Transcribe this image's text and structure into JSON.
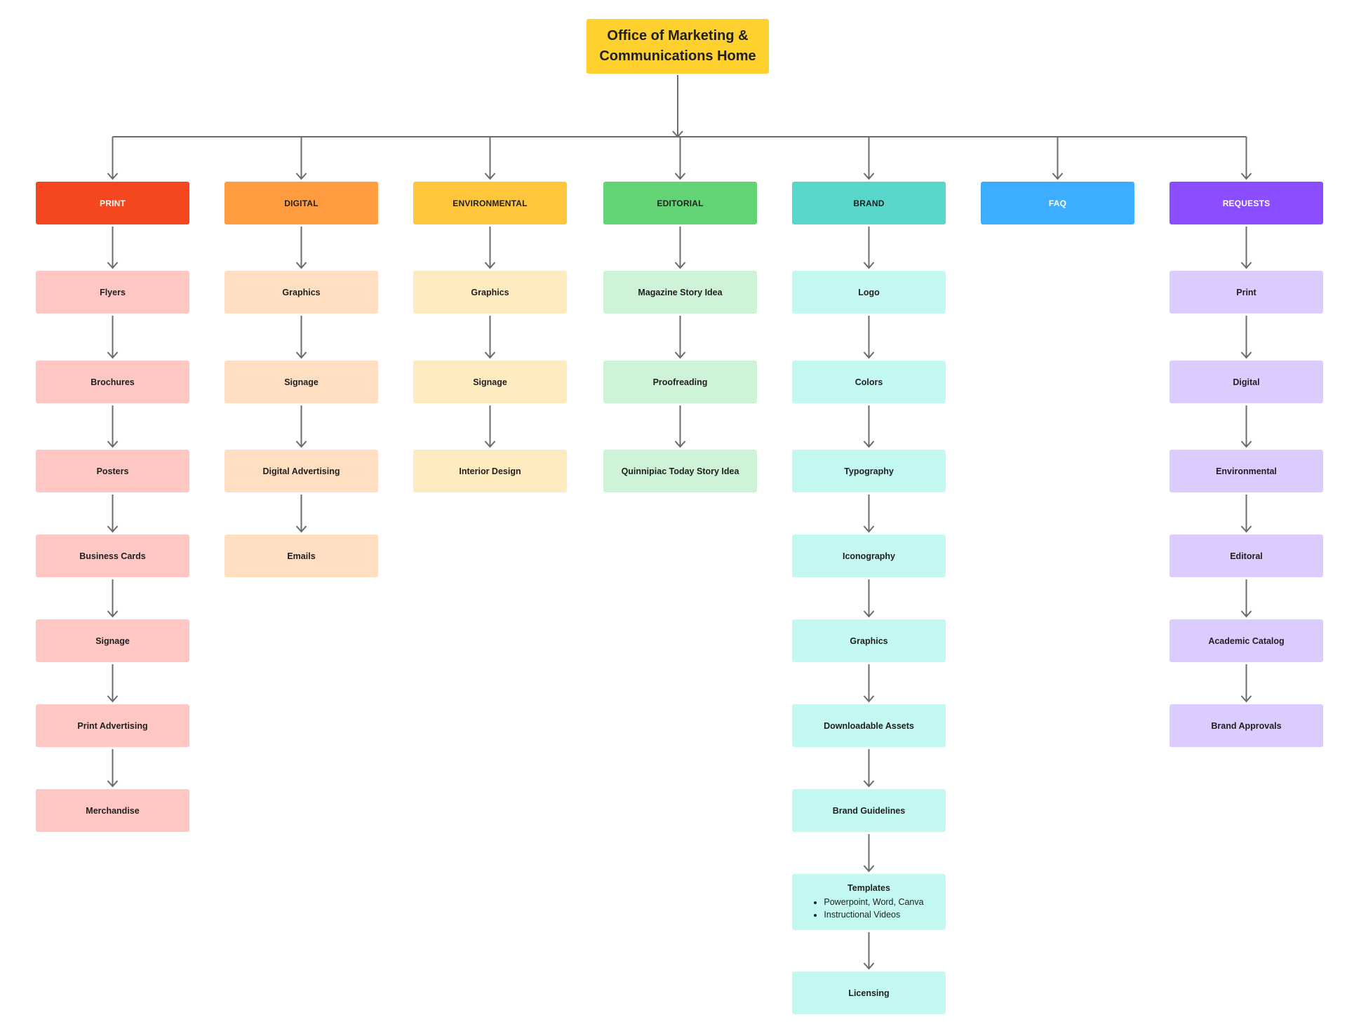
{
  "root": {
    "line1": "Office of Marketing &",
    "line2": "Communications Home",
    "color": "#FFD12E"
  },
  "arrow_color": "#6b6b6b",
  "categories": [
    {
      "label": "PRINT",
      "color": "#F4471F",
      "text_color": "#ffffff",
      "child_color": "#FFC7C3",
      "children": [
        {
          "label": "Flyers"
        },
        {
          "label": "Brochures"
        },
        {
          "label": "Posters"
        },
        {
          "label": "Business Cards"
        },
        {
          "label": "Signage"
        },
        {
          "label": "Print Advertising"
        },
        {
          "label": "Merchandise"
        }
      ]
    },
    {
      "label": "DIGITAL",
      "color": "#FF9C40",
      "text_color": "#1f1f1f",
      "child_color": "#FFDEC2",
      "children": [
        {
          "label": "Graphics"
        },
        {
          "label": "Signage"
        },
        {
          "label": "Digital Advertising"
        },
        {
          "label": "Emails"
        }
      ]
    },
    {
      "label": "ENVIRONMENTAL",
      "color": "#FFC53C",
      "text_color": "#1f1f1f",
      "child_color": "#FFEBC0",
      "children": [
        {
          "label": "Graphics"
        },
        {
          "label": "Signage"
        },
        {
          "label": "Interior Design"
        }
      ]
    },
    {
      "label": "EDITORIAL",
      "color": "#62D475",
      "text_color": "#1f1f1f",
      "child_color": "#CFF3D6",
      "children": [
        {
          "label": "Magazine Story Idea"
        },
        {
          "label": "Proofreading"
        },
        {
          "label": "Quinnipiac Today Story Idea"
        }
      ]
    },
    {
      "label": "BRAND",
      "color": "#58D6C9",
      "text_color": "#1f1f1f",
      "child_color": "#C4F8F2",
      "children": [
        {
          "label": "Logo"
        },
        {
          "label": "Colors"
        },
        {
          "label": "Typography"
        },
        {
          "label": "Iconography"
        },
        {
          "label": "Graphics"
        },
        {
          "label": "Downloadable Assets"
        },
        {
          "label": "Brand Guidelines"
        },
        {
          "label": "Templates",
          "bullets": [
            "Powerpoint, Word, Canva",
            "Instructional Videos"
          ]
        },
        {
          "label": "Licensing"
        }
      ]
    },
    {
      "label": "FAQ",
      "color": "#3DAEFF",
      "text_color": "#ffffff",
      "child_color": "#CCE8FF",
      "children": []
    },
    {
      "label": "REQUESTS",
      "color": "#8A4DFF",
      "text_color": "#ffffff",
      "child_color": "#DCCBFF",
      "children": [
        {
          "label": "Print"
        },
        {
          "label": "Digital"
        },
        {
          "label": "Environmental"
        },
        {
          "label": "Editoral"
        },
        {
          "label": "Academic Catalog"
        },
        {
          "label": "Brand Approvals"
        }
      ]
    }
  ]
}
